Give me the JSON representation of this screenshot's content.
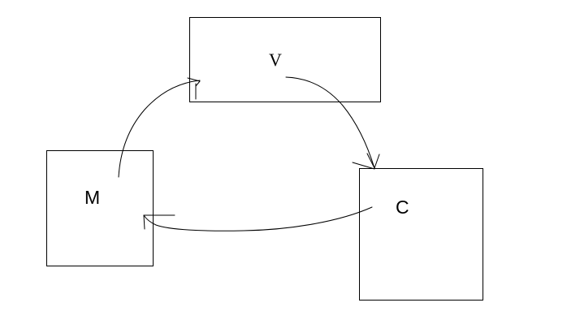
{
  "nodes": {
    "v": {
      "label": "V"
    },
    "m": {
      "label": "M"
    },
    "c": {
      "label": "C"
    }
  },
  "edges": [
    {
      "from": "M",
      "to": "V"
    },
    {
      "from": "V",
      "to": "C"
    },
    {
      "from": "C",
      "to": "M"
    }
  ]
}
